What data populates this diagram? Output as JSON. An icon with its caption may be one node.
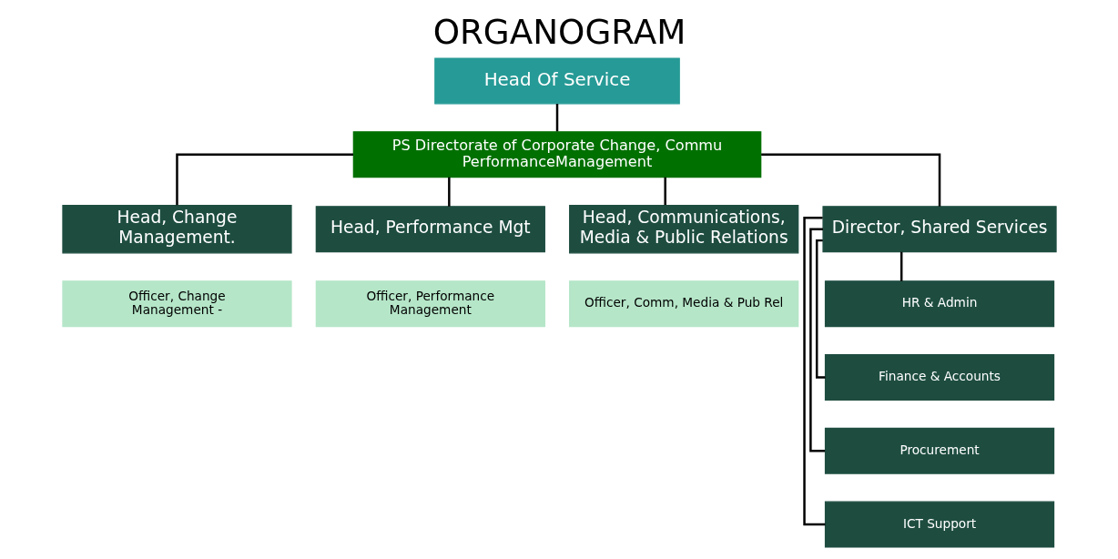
{
  "diagram": {
    "title": "ORGANOGRAM",
    "nodes": [
      {
        "text": [
          "Head Of Service"
        ]
      },
      {
        "text": [
          "PS Directorate of Corporate Change, Commu PerformanceManagement"
        ]
      },
      {
        "text": [
          "Head, Change Management."
        ]
      },
      {
        "text": [
          "Head, Performance Mgt"
        ]
      },
      {
        "text": [
          "Head, Communications, Media & Public Relations"
        ]
      },
      {
        "text": [
          "Director, Shared Services"
        ]
      },
      {
        "text": [
          "Officer, Change Management -"
        ]
      },
      {
        "text": [
          "Officer, Performance Management"
        ]
      },
      {
        "text": [
          "Officer, Comm, Media & Pub Rel"
        ]
      },
      {
        "text": [
          "HR & Admin"
        ]
      },
      {
        "text": [
          "Finance & Accounts"
        ]
      },
      {
        "text": [
          "Procurement"
        ]
      },
      {
        "text": [
          "ICT Support"
        ]
      }
    ],
    "edges": [
      {
        "from": 0,
        "to": 1,
        "arrow": "none"
      },
      {
        "from": 1,
        "to": 2,
        "arrow": "none"
      },
      {
        "from": 1,
        "to": 3,
        "arrow": "none"
      },
      {
        "from": 1,
        "to": 4,
        "arrow": "none"
      },
      {
        "from": 1,
        "to": 5,
        "arrow": "none"
      },
      {
        "from": 5,
        "to": 9,
        "arrow": "none"
      },
      {
        "from": 5,
        "to": 10,
        "arrow": "none"
      },
      {
        "from": 5,
        "to": 11,
        "arrow": "none"
      },
      {
        "from": 5,
        "to": 12,
        "arrow": "none"
      }
    ]
  }
}
